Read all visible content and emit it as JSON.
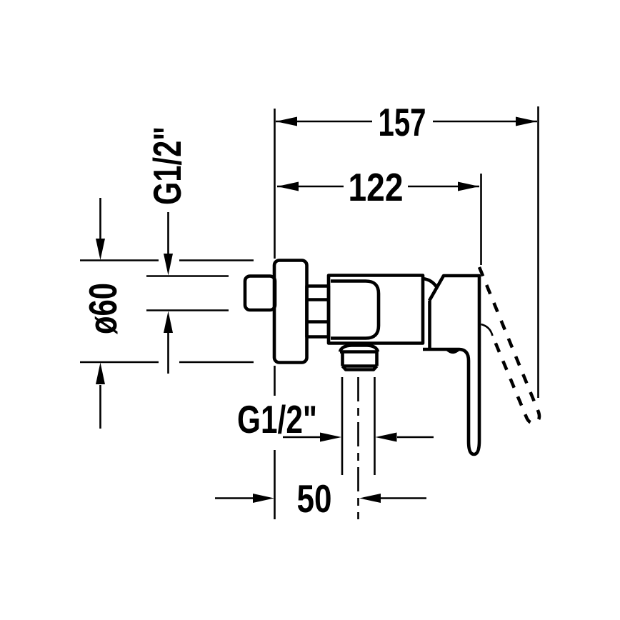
{
  "drawing": {
    "labels": {
      "overall_depth": "157",
      "depth_to_handle": "122",
      "flange_diameter": "ø60",
      "inlet_thread": "G1/2\"",
      "outlet_thread": "G1/2\"",
      "outlet_center_offset": "50"
    },
    "colors": {
      "line": "#000000",
      "background": "#ffffff"
    }
  }
}
